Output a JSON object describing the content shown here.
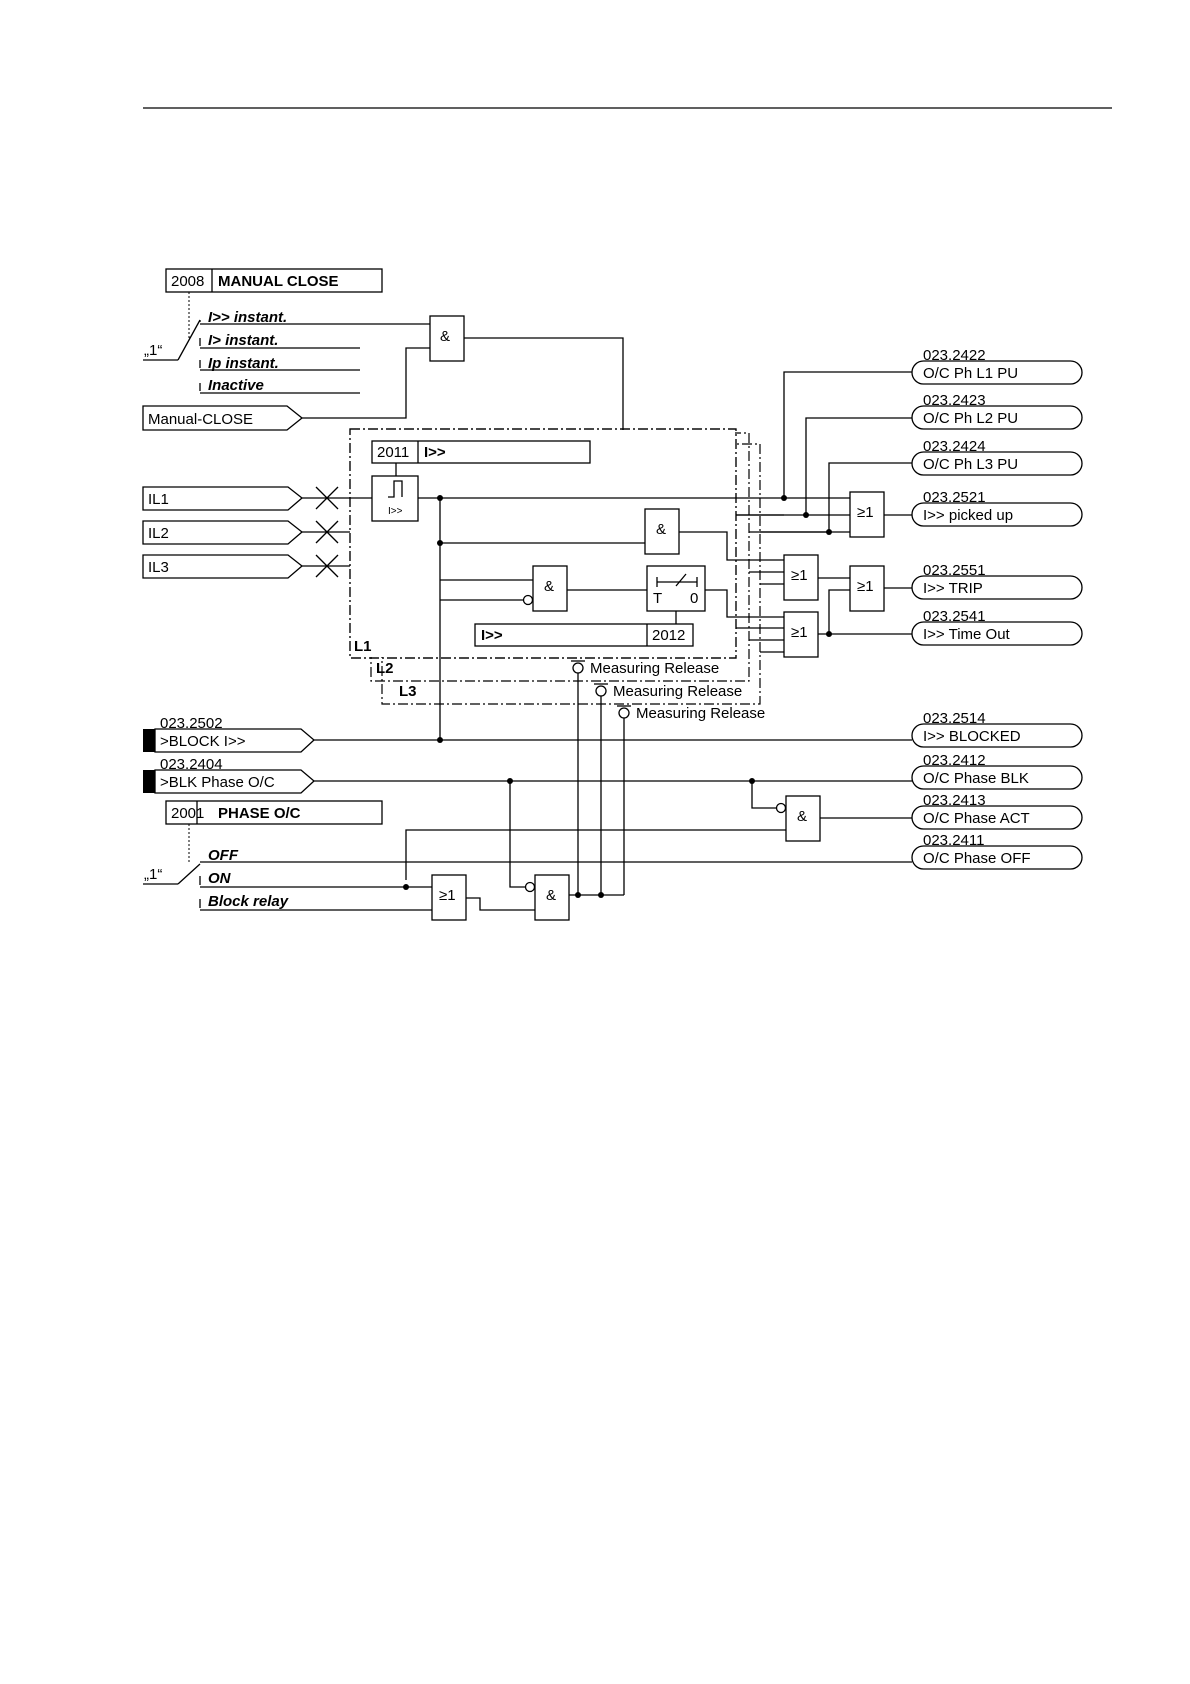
{
  "manual_close": {
    "param_no": "2008",
    "param_name": "MANUAL CLOSE",
    "switch_label": "„1“",
    "options": [
      "I>> instant.",
      "I> instant.",
      "Ip instant.",
      "Inactive"
    ],
    "input_label": "Manual-CLOSE"
  },
  "inputs": {
    "il1": "IL1",
    "il2": "IL2",
    "il3": "IL3"
  },
  "threshold": {
    "param_no": "2011",
    "param_name": "I>>",
    "element_label": "I>>"
  },
  "delay": {
    "param_no": "2012",
    "param_name": "I>>",
    "timer_t": "T",
    "timer_0": "0"
  },
  "phases": {
    "l1": "L1",
    "l2": "L2",
    "l3": "L3"
  },
  "measuring_release": "Measuring Release",
  "gates": {
    "and": "&",
    "or": "≥1"
  },
  "outputs": [
    {
      "id": "023.2422",
      "label": "O/C Ph L1 PU"
    },
    {
      "id": "023.2423",
      "label": "O/C Ph L2 PU"
    },
    {
      "id": "023.2424",
      "label": "O/C Ph L3 PU"
    },
    {
      "id": "023.2521",
      "label": "I>> picked up"
    },
    {
      "id": "023.2551",
      "label": "I>> TRIP"
    },
    {
      "id": "023.2541",
      "label": "I>> Time Out"
    },
    {
      "id": "023.2514",
      "label": "I>> BLOCKED"
    },
    {
      "id": "023.2412",
      "label": "O/C Phase BLK"
    },
    {
      "id": "023.2413",
      "label": "O/C Phase ACT"
    },
    {
      "id": "023.2411",
      "label": "O/C Phase OFF"
    }
  ],
  "block_inputs": [
    {
      "id": "023.2502",
      "label": ">BLOCK I>>"
    },
    {
      "id": "023.2404",
      "label": ">BLK Phase O/C"
    }
  ],
  "phase_oc": {
    "param_no": "2001",
    "param_name": "PHASE O/C",
    "switch_label": "„1“",
    "options": [
      "OFF",
      "ON",
      "Block relay"
    ]
  }
}
